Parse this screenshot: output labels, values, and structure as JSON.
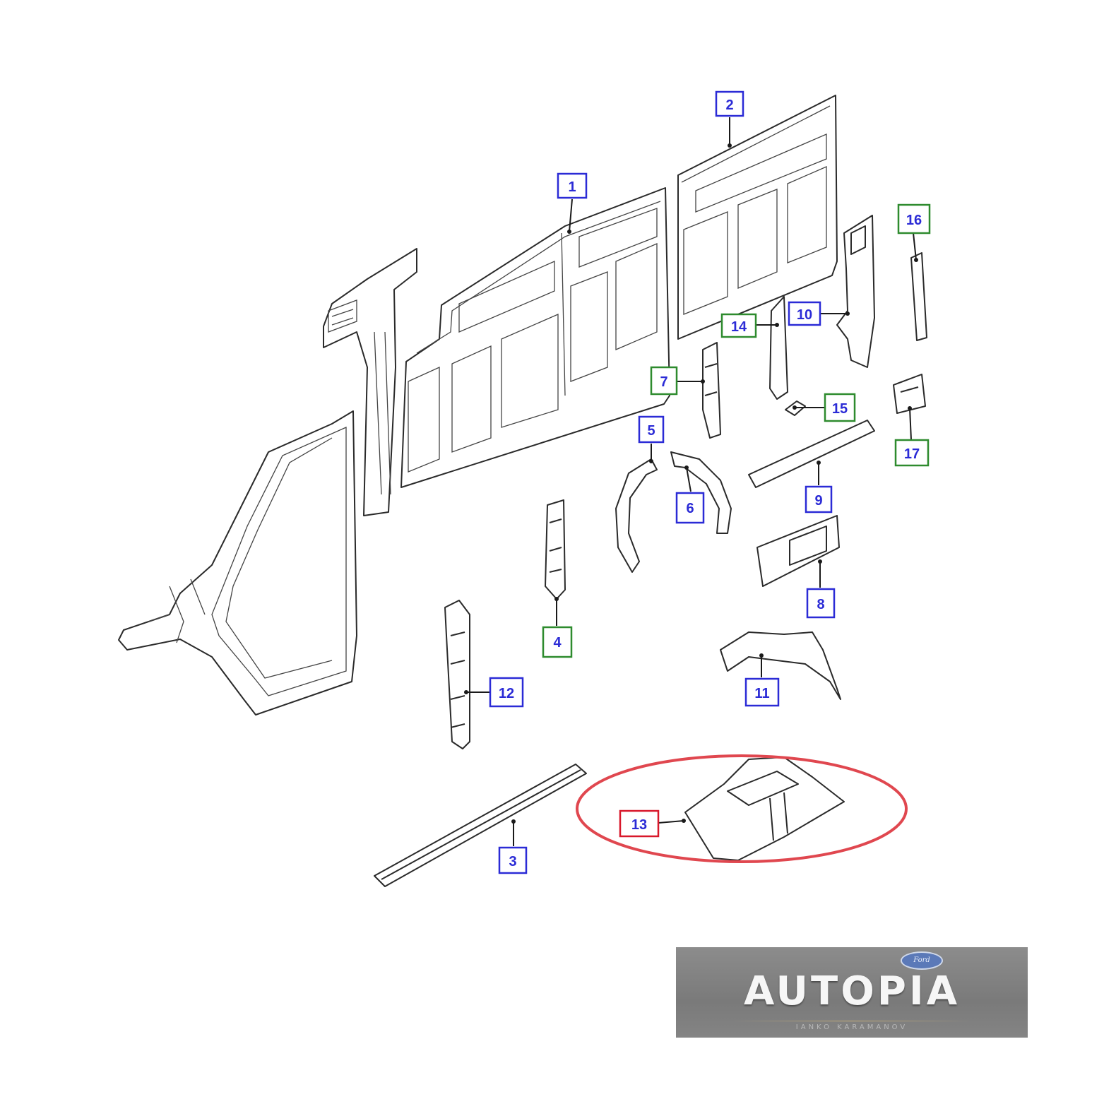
{
  "diagram": {
    "callouts": [
      {
        "id": "1",
        "label": "1",
        "color": "#2b2bd6"
      },
      {
        "id": "2",
        "label": "2",
        "color": "#2b2bd6"
      },
      {
        "id": "3",
        "label": "3",
        "color": "#2b2bd6"
      },
      {
        "id": "4",
        "label": "4",
        "color": "#2e8b2e"
      },
      {
        "id": "5",
        "label": "5",
        "color": "#2b2bd6"
      },
      {
        "id": "6",
        "label": "6",
        "color": "#2b2bd6"
      },
      {
        "id": "7",
        "label": "7",
        "color": "#2e8b2e"
      },
      {
        "id": "8",
        "label": "8",
        "color": "#2b2bd6"
      },
      {
        "id": "9",
        "label": "9",
        "color": "#2b2bd6"
      },
      {
        "id": "10",
        "label": "10",
        "color": "#2b2bd6"
      },
      {
        "id": "11",
        "label": "11",
        "color": "#2b2bd6"
      },
      {
        "id": "12",
        "label": "12",
        "color": "#2b2bd6"
      },
      {
        "id": "13",
        "label": "13",
        "color": "#d8182b",
        "highlighted": true
      },
      {
        "id": "14",
        "label": "14",
        "color": "#2e8b2e"
      },
      {
        "id": "15",
        "label": "15",
        "color": "#2e8b2e"
      },
      {
        "id": "16",
        "label": "16",
        "color": "#2e8b2e"
      },
      {
        "id": "17",
        "label": "17",
        "color": "#2e8b2e"
      }
    ],
    "highlight_ring_color": "#e0474f"
  },
  "logo": {
    "wordmark": "AUTOPIA",
    "badge": "Ford",
    "subtitle": "IANKO KARAMANOV"
  }
}
